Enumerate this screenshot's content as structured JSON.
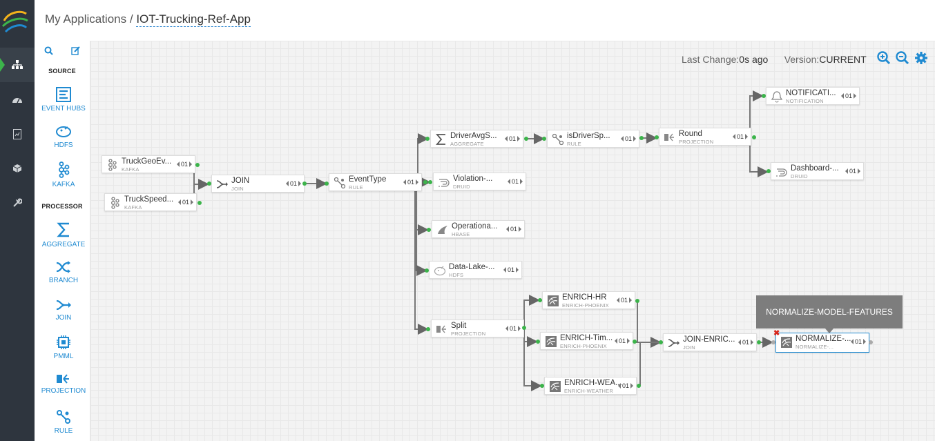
{
  "header": {
    "root": "My Applications",
    "separator": "/",
    "app_name": "IOT-Trucking-Ref-App"
  },
  "status": {
    "last_change_label": "Last Change:",
    "last_change_value": "0s ago",
    "version_label": "Version:",
    "version_value": "CURRENT"
  },
  "palette": {
    "source_heading": "SOURCE",
    "sources": [
      {
        "label": "EVENT HUBS",
        "icon": "event-hubs-icon"
      },
      {
        "label": "HDFS",
        "icon": "hdfs-icon"
      },
      {
        "label": "KAFKA",
        "icon": "kafka-icon"
      }
    ],
    "processor_heading": "PROCESSOR",
    "processors": [
      {
        "label": "AGGREGATE",
        "icon": "aggregate-icon"
      },
      {
        "label": "BRANCH",
        "icon": "branch-icon"
      },
      {
        "label": "JOIN",
        "icon": "join-icon"
      },
      {
        "label": "PMML",
        "icon": "pmml-icon"
      },
      {
        "label": "PROJECTION",
        "icon": "projection-icon"
      },
      {
        "label": "RULE",
        "icon": "rule-icon"
      }
    ]
  },
  "nodes": {
    "truckgeo": {
      "label": "TruckGeoEv...",
      "sub": "KAFKA",
      "par": "01"
    },
    "truckspeed": {
      "label": "TruckSpeed...",
      "sub": "KAFKA",
      "par": "01"
    },
    "join": {
      "label": "JOIN",
      "sub": "JOIN",
      "par": "01"
    },
    "eventtype": {
      "label": "EventType",
      "sub": "RULE",
      "par": "01"
    },
    "driveravg": {
      "label": "DriverAvgS...",
      "sub": "AGGREGATE",
      "par": "01"
    },
    "isdriver": {
      "label": "isDriverSp...",
      "sub": "RULE",
      "par": "01"
    },
    "round": {
      "label": "Round",
      "sub": "PROJECTION",
      "par": "01"
    },
    "notif": {
      "label": "NOTIFICATI...",
      "sub": "NOTIFICATION",
      "par": "01"
    },
    "dashboard": {
      "label": "Dashboard-...",
      "sub": "DRUID",
      "par": "01"
    },
    "violation": {
      "label": "Violation-...",
      "sub": "DRUID",
      "par": "01"
    },
    "operational": {
      "label": "Operationa...",
      "sub": "HBASE",
      "par": "01"
    },
    "datalake": {
      "label": "Data-Lake-...",
      "sub": "HDFS",
      "par": "01"
    },
    "split": {
      "label": "Split",
      "sub": "PROJECTION",
      "par": "01"
    },
    "enrichhr": {
      "label": "ENRICH-HR",
      "sub": "ENRICH-PHOENIX",
      "par": "01"
    },
    "enrichtim": {
      "label": "ENRICH-Tim...",
      "sub": "ENRICH-PHOENIX",
      "par": "01"
    },
    "enrichwea": {
      "label": "ENRICH-WEA...",
      "sub": "ENRICH-WEATHER",
      "par": "01"
    },
    "joinenrich": {
      "label": "JOIN-ENRIC...",
      "sub": "JOIN",
      "par": "01"
    },
    "normalize": {
      "label": "NORMALIZE-...",
      "sub": "NORMALIZE-...",
      "par": "01"
    }
  },
  "tooltip": {
    "text": "NORMALIZE-MODEL-FEATURES"
  },
  "colors": {
    "nav_bg": "#2e353e",
    "accent": "#1f8ad1",
    "port_green": "#3cb44b",
    "tooltip_bg": "#7d7d7d"
  }
}
